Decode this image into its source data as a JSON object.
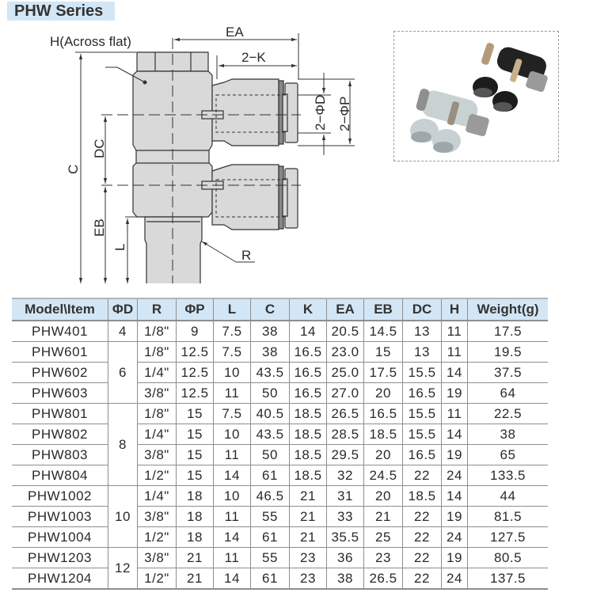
{
  "header": {
    "title": "PHW Series"
  },
  "diagram": {
    "labels": {
      "h_across_flat": "H(Across flat)",
      "ea": "EA",
      "two_k": "2−K",
      "two_phi_d": "2−ΦD",
      "two_phi_p": "2−ΦP",
      "dc": "DC",
      "c": "C",
      "eb": "EB",
      "l": "L",
      "r": "R"
    }
  },
  "photo": {
    "description": "product-photo-two-phw-fittings-gray-and-black"
  },
  "table": {
    "columns": [
      "Model\\Item",
      "ΦD",
      "R",
      "ΦP",
      "L",
      "C",
      "K",
      "EA",
      "EB",
      "DC",
      "H",
      "Weight(g)"
    ],
    "groups": [
      {
        "phi_d": "4",
        "rows": [
          [
            "PHW401",
            "1/8\"",
            "9",
            "7.5",
            "38",
            "14",
            "20.5",
            "14.5",
            "13",
            "11",
            "17.5"
          ]
        ]
      },
      {
        "phi_d": "6",
        "rows": [
          [
            "PHW601",
            "1/8\"",
            "12.5",
            "7.5",
            "38",
            "16.5",
            "23.0",
            "15",
            "13",
            "11",
            "19.5"
          ],
          [
            "PHW602",
            "1/4\"",
            "12.5",
            "10",
            "43.5",
            "16.5",
            "25.0",
            "17.5",
            "15.5",
            "14",
            "37.5"
          ],
          [
            "PHW603",
            "3/8\"",
            "12.5",
            "11",
            "50",
            "16.5",
            "27.0",
            "20",
            "16.5",
            "19",
            "64"
          ]
        ]
      },
      {
        "phi_d": "8",
        "rows": [
          [
            "PHW801",
            "1/8\"",
            "15",
            "7.5",
            "40.5",
            "18.5",
            "26.5",
            "16.5",
            "15.5",
            "11",
            "22.5"
          ],
          [
            "PHW802",
            "1/4\"",
            "15",
            "10",
            "43.5",
            "18.5",
            "28.5",
            "18.5",
            "15.5",
            "14",
            "38"
          ],
          [
            "PHW803",
            "3/8\"",
            "15",
            "11",
            "50",
            "18.5",
            "29.5",
            "20",
            "16.5",
            "19",
            "65"
          ],
          [
            "PHW804",
            "1/2\"",
            "15",
            "14",
            "61",
            "18.5",
            "32",
            "24.5",
            "22",
            "24",
            "133.5"
          ]
        ]
      },
      {
        "phi_d": "10",
        "rows": [
          [
            "PHW1002",
            "1/4\"",
            "18",
            "10",
            "46.5",
            "21",
            "31",
            "20",
            "18.5",
            "14",
            "44"
          ],
          [
            "PHW1003",
            "3/8\"",
            "18",
            "11",
            "55",
            "21",
            "33",
            "21",
            "22",
            "19",
            "81.5"
          ],
          [
            "PHW1004",
            "1/2\"",
            "18",
            "14",
            "61",
            "21",
            "35.5",
            "25",
            "22",
            "24",
            "127.5"
          ]
        ]
      },
      {
        "phi_d": "12",
        "rows": [
          [
            "PHW1203",
            "3/8\"",
            "21",
            "11",
            "55",
            "23",
            "36",
            "23",
            "22",
            "19",
            "80.5"
          ],
          [
            "PHW1204",
            "1/2\"",
            "21",
            "14",
            "61",
            "23",
            "38",
            "26.5",
            "22",
            "24",
            "137.5"
          ]
        ]
      }
    ]
  },
  "colors": {
    "header_bg": "#d3e6f5",
    "body_fill": "#d9d9d9",
    "line": "#333333"
  }
}
